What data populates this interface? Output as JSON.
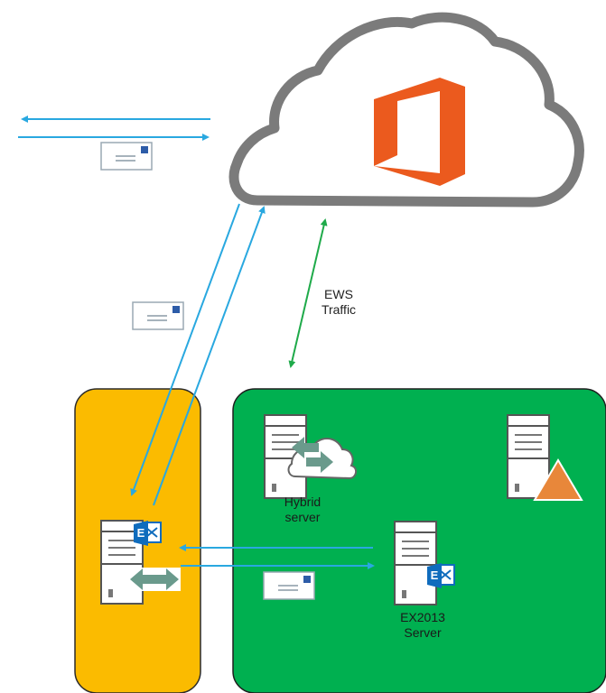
{
  "labels": {
    "ews_traffic": "EWS\nTraffic",
    "hybrid_server": "Hybrid\nserver",
    "ex2013_server": "EX2013\nServer"
  },
  "icons": {
    "cloud": "cloud-icon",
    "office": "office-logo-icon",
    "envelope": "envelope-icon",
    "server": "server-icon",
    "exchange": "exchange-logo-icon",
    "warning": "warning-triangle-icon"
  },
  "colors": {
    "arrow_blue": "#29a8e0",
    "arrow_green": "#1faa4a",
    "edge_zone": "#fbbb00",
    "internal_zone": "#00b050",
    "office_orange": "#eb5a1e",
    "exchange_blue": "#0f6cbd",
    "sync_arrow": "#6a9a8c",
    "warning": "#e8873a"
  }
}
